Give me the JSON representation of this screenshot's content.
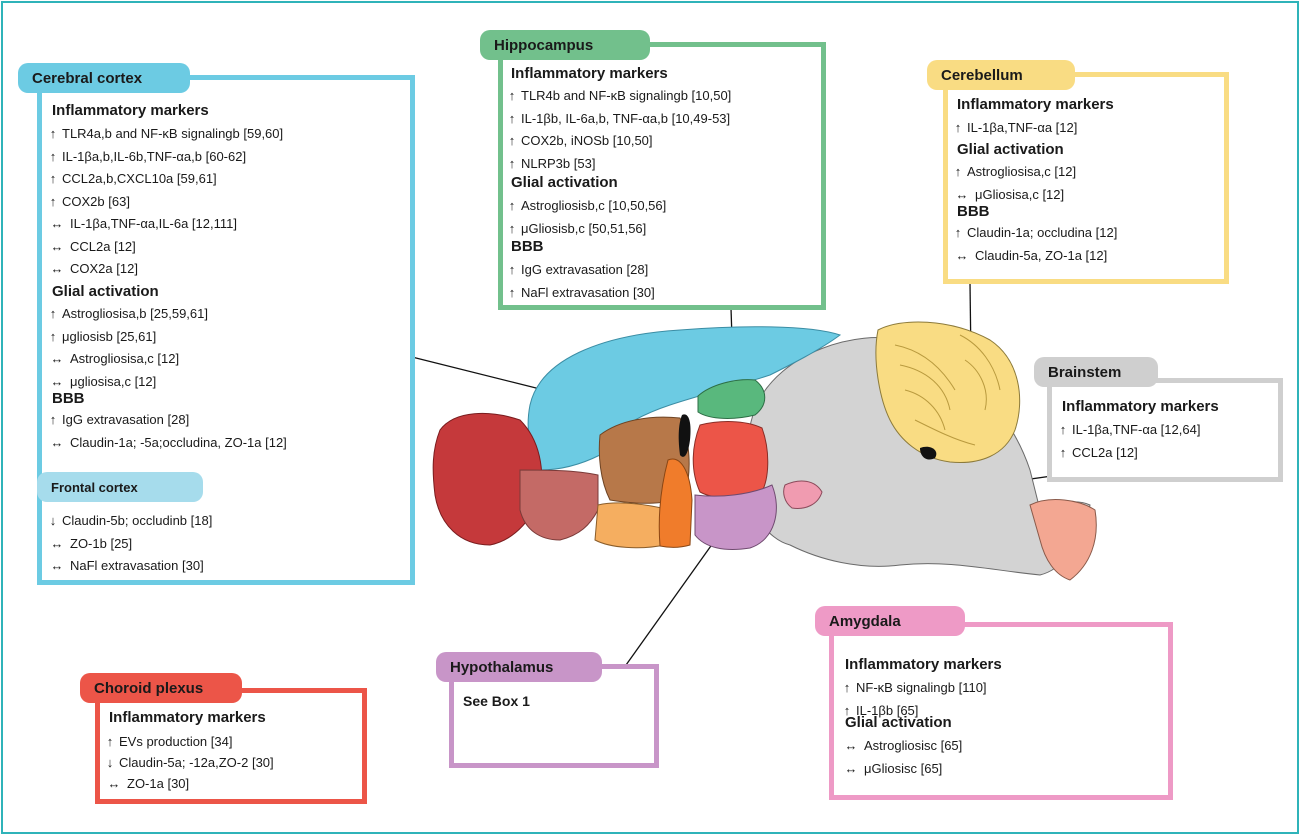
{
  "colors": {
    "frame": "#2fb3b9",
    "cortex": "#6ccbe3",
    "frontal": "#a6dcec",
    "hippocampus": "#72c08c",
    "cerebellum": "#f9dc83",
    "brainstem": "#cfcfcf",
    "amygdala": "#ee9ac6",
    "hypothalamus": "#c895c8",
    "choroid": "#ec5548"
  },
  "cortex": {
    "title": "Cerebral cortex",
    "s1": "Inflammatory markers",
    "items1": [
      {
        "arrow": "up",
        "text": "TLR4a,b and NF-κB signalingb [59,60]"
      },
      {
        "arrow": "up",
        "text": "IL-1βa,b,IL-6b,TNF-αa,b [60-62]"
      },
      {
        "arrow": "up",
        "text": "CCL2a,b,CXCL10a [59,61]"
      },
      {
        "arrow": "up",
        "text": "COX2b [63]"
      },
      {
        "arrow": "both",
        "text": "IL-1βa,TNF-αa,IL-6a [12,111]"
      },
      {
        "arrow": "both",
        "text": "CCL2a [12]"
      },
      {
        "arrow": "both",
        "text": "COX2a [12]"
      }
    ],
    "s2": "Glial activation",
    "items2": [
      {
        "arrow": "up",
        "text": "Astrogliosisa,b [25,59,61]"
      },
      {
        "arrow": "up",
        "text": "μgliosisb [25,61]"
      },
      {
        "arrow": "both",
        "text": "Astrogliosisa,c [12]"
      },
      {
        "arrow": "both",
        "text": "μgliosisa,c [12]"
      }
    ],
    "s3": "BBB",
    "items3": [
      {
        "arrow": "up",
        "text": "IgG extravasation [28]"
      },
      {
        "arrow": "both",
        "text": "Claudin-1a; -5a;occludina, ZO-1a [12]"
      }
    ]
  },
  "frontal": {
    "title": "Frontal cortex",
    "items": [
      {
        "arrow": "down",
        "text": "Claudin-5b; occludinb [18]"
      },
      {
        "arrow": "both",
        "text": "ZO-1b [25]"
      },
      {
        "arrow": "both",
        "text": "NaFl extravasation [30]"
      }
    ]
  },
  "hippocampus": {
    "title": "Hippocampus",
    "s1": "Inflammatory markers",
    "items1": [
      {
        "arrow": "up",
        "text": "TLR4b and NF-κB signalingb [10,50]"
      },
      {
        "arrow": "up",
        "text": "IL-1βb, IL-6a,b, TNF-αa,b [10,49-53]"
      },
      {
        "arrow": "up",
        "text": "COX2b, iNOSb [10,50]"
      },
      {
        "arrow": "up",
        "text": "NLRP3b [53]"
      }
    ],
    "s2": "Glial activation",
    "items2": [
      {
        "arrow": "up",
        "text": "Astrogliosisb,c [10,50,56]"
      },
      {
        "arrow": "up",
        "text": "μGliosisb,c [50,51,56]"
      }
    ],
    "s3": "BBB",
    "items3": [
      {
        "arrow": "up",
        "text": "IgG extravasation [28]"
      },
      {
        "arrow": "up",
        "text": "NaFl extravasation [30]"
      }
    ]
  },
  "cerebellum": {
    "title": "Cerebellum",
    "s1": "Inflammatory markers",
    "items1": [
      {
        "arrow": "up",
        "text": "IL-1βa,TNF-αa [12]"
      }
    ],
    "s2": "Glial activation",
    "items2": [
      {
        "arrow": "up",
        "text": "Astrogliosisa,c [12]"
      },
      {
        "arrow": "both",
        "text": "μGliosisa,c [12]"
      }
    ],
    "s3": "BBB",
    "items3": [
      {
        "arrow": "up",
        "text": "Claudin-1a; occludina [12]"
      },
      {
        "arrow": "both",
        "text": "Claudin-5a, ZO-1a [12]"
      }
    ]
  },
  "brainstem": {
    "title": "Brainstem",
    "s1": "Inflammatory markers",
    "items1": [
      {
        "arrow": "up",
        "text": "IL-1βa,TNF-αa [12,64]"
      },
      {
        "arrow": "up",
        "text": "CCL2a [12]"
      }
    ]
  },
  "amygdala": {
    "title": "Amygdala",
    "s1": "Inflammatory markers",
    "items1": [
      {
        "arrow": "up",
        "text": "NF-κB signalingb [110]"
      },
      {
        "arrow": "up",
        "text": "IL-1βb [65]"
      }
    ],
    "s2": "Glial activation",
    "items2": [
      {
        "arrow": "both",
        "text": "Astrogliosisc [65]"
      },
      {
        "arrow": "both",
        "text": "μGliosisc [65]"
      }
    ]
  },
  "hypothalamus": {
    "title": "Hypothalamus",
    "note": "See Box 1"
  },
  "choroid": {
    "title": "Choroid plexus",
    "s1": "Inflammatory markers",
    "items1": [
      {
        "arrow": "up",
        "text": "EVs production [34]"
      },
      {
        "arrow": "down",
        "text": "Claudin-5a; -12a,ZO-2 [30]"
      },
      {
        "arrow": "both",
        "text": "ZO-1a [30]"
      }
    ]
  }
}
